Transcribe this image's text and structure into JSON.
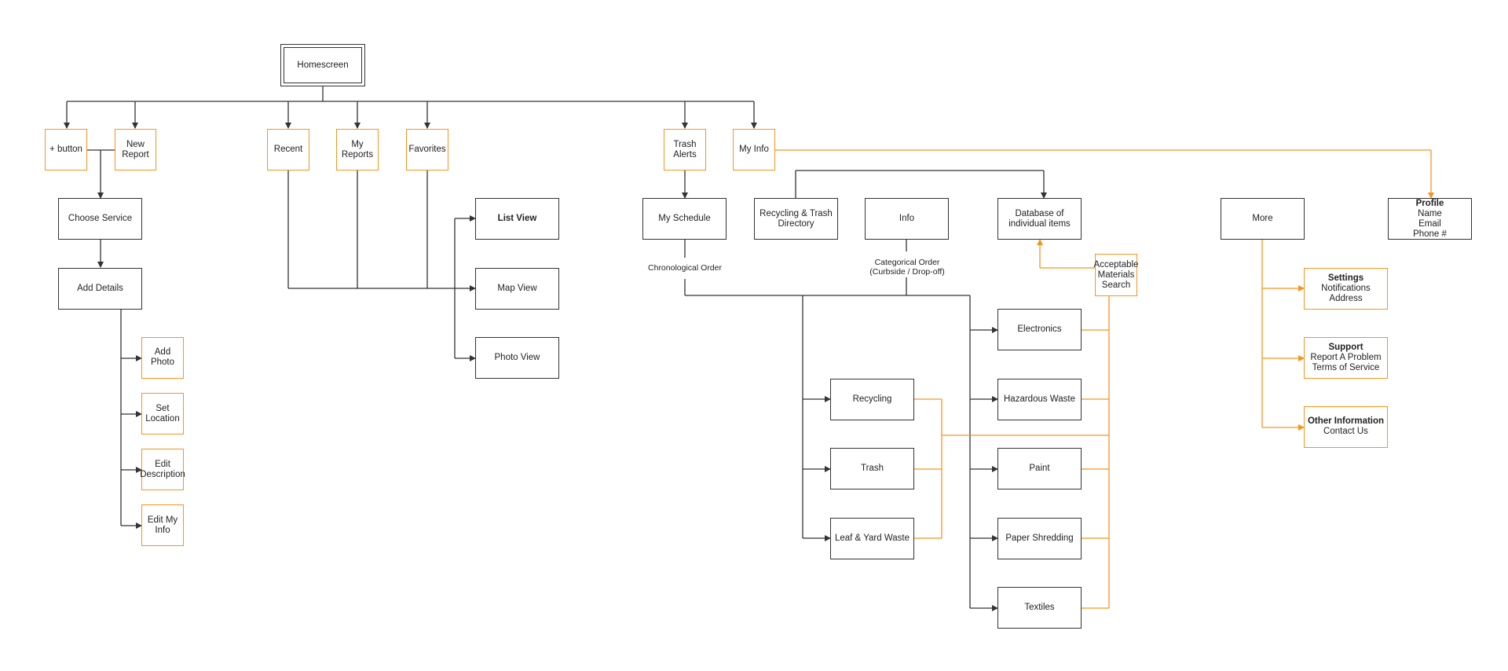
{
  "colors": {
    "black_line": "#333333",
    "orange_line": "#f7941d"
  },
  "nodes": {
    "homescreen": "Homescreen",
    "plus_button": "+ button",
    "new_report": [
      "New",
      "Report"
    ],
    "recent": "Recent",
    "my_reports": [
      "My",
      "Reports"
    ],
    "favorites": "Favorites",
    "trash_alerts": [
      "Trash",
      "Alerts"
    ],
    "my_info": "My Info",
    "choose_service": "Choose Service",
    "add_details": "Add Details",
    "add_photo": "Add Photo",
    "set_location": [
      "Set",
      "Location"
    ],
    "edit_description": [
      "Edit",
      "Description"
    ],
    "edit_my_info": [
      "Edit My",
      "Info"
    ],
    "list_view": "List View",
    "map_view": "Map View",
    "photo_view": "Photo View",
    "my_schedule": "My Schedule",
    "recycling_trash_directory": [
      "Recycling & Trash",
      "Directory"
    ],
    "info": "Info",
    "database_items": [
      "Database of",
      "individual items"
    ],
    "acceptable_materials": [
      "Acceptable",
      "Materials",
      "Search"
    ],
    "more": "More",
    "profile": {
      "title": "Profile",
      "lines": [
        "Name",
        "Email",
        "Phone #"
      ]
    },
    "settings": {
      "title": "Settings",
      "lines": [
        "Notifications",
        "Address"
      ]
    },
    "support": {
      "title": "Support",
      "lines": [
        "Report A Problem",
        "Terms of Service"
      ]
    },
    "other_information": {
      "title": "Other Information",
      "lines": [
        "Contact Us"
      ]
    },
    "electronics": "Electronics",
    "hazardous_waste": "Hazardous Waste",
    "paint": "Paint",
    "paper_shredding": "Paper Shredding",
    "textiles": "Textiles",
    "recycling": "Recycling",
    "trash": "Trash",
    "leaf_yard_waste": "Leaf & Yard Waste"
  },
  "notes": {
    "chronological_order": "Chronological Order",
    "categorical_order": [
      "Categorical Order",
      "(Curbside / Drop-off)"
    ]
  }
}
